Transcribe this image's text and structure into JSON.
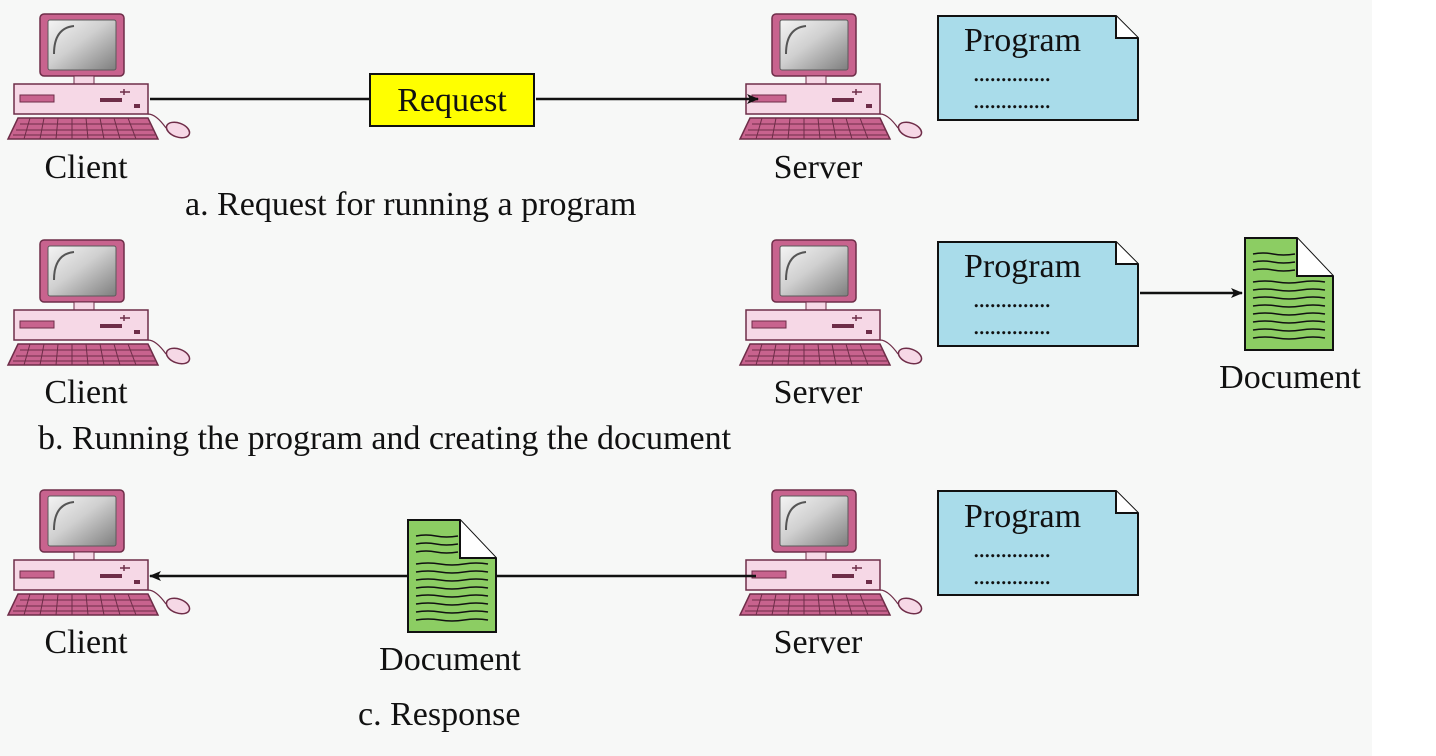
{
  "colors": {
    "computer_frame": "#c8638e",
    "computer_body": "#f6d8e6",
    "screen": "#c9c9c9",
    "request_box": "#ffff00",
    "program_box": "#a9dcea",
    "document": "#8ccd63",
    "line": "#111111"
  },
  "icons": [
    "computer-icon",
    "document-icon",
    "program-icon",
    "arrow-icon"
  ],
  "panels": [
    {
      "client_label": "Client",
      "server_label": "Server",
      "caption": "a. Request for running a program",
      "request_label": "Request",
      "program": {
        "title": "Program",
        "line1": "..............",
        "line2": ".............."
      }
    },
    {
      "client_label": "Client",
      "server_label": "Server",
      "caption": "b. Running the program and creating the document",
      "program": {
        "title": "Program",
        "line1": "..............",
        "line2": ".............."
      },
      "document_label": "Document"
    },
    {
      "client_label": "Client",
      "server_label": "Server",
      "caption": "c. Response",
      "program": {
        "title": "Program",
        "line1": "..............",
        "line2": ".............."
      },
      "document_label": "Document"
    }
  ]
}
